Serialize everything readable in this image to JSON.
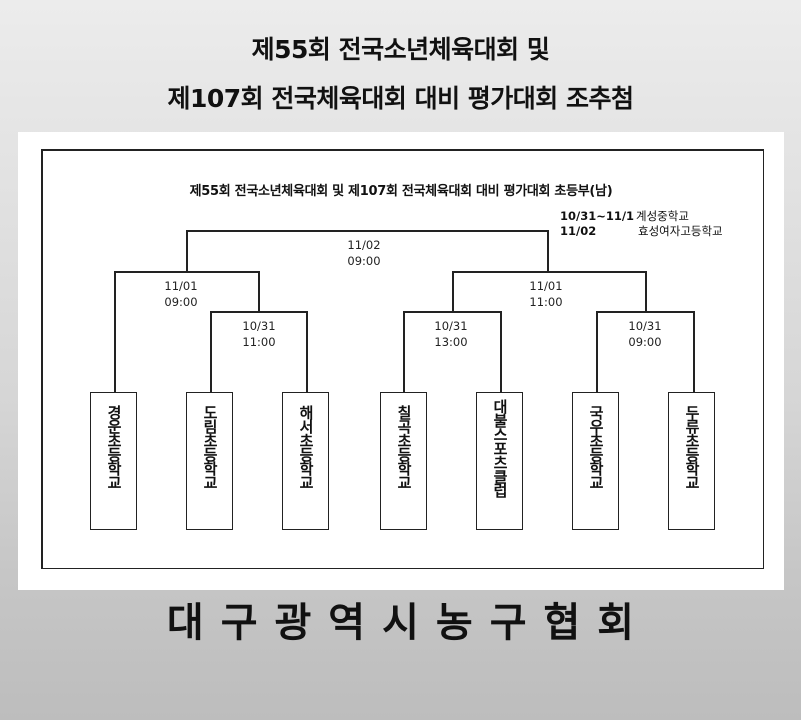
{
  "header": {
    "title_line1": "제55회 전국소년체육대회 및",
    "title_line2": "제107회 전국체육대회 대비 평가대회 조추첨"
  },
  "bracket": {
    "title": "제55회 전국소년체육대회 및 제107회 전국체육대회 대비 평가대회 초등부(남)",
    "venues": [
      {
        "dates": "10/31~11/1",
        "venue": "계성중학교"
      },
      {
        "dates": "11/02",
        "venue": "효성여자고등학교"
      }
    ],
    "matches": {
      "final": {
        "date": "11/02",
        "time": "09:00"
      },
      "semi_left": {
        "date": "11/01",
        "time": "09:00"
      },
      "semi_right": {
        "date": "11/01",
        "time": "11:00"
      },
      "qf_left": {
        "date": "10/31",
        "time": "11:00"
      },
      "qf_mid": {
        "date": "10/31",
        "time": "13:00"
      },
      "qf_right": {
        "date": "10/31",
        "time": "09:00"
      }
    },
    "teams": [
      "경운초등학교",
      "도림초등학교",
      "해서초등학교",
      "칠곡초등학교",
      "대불스포츠클럽",
      "국우초등학교",
      "두류초등학교"
    ]
  },
  "footer": {
    "organizer": "대구광역시농구협회"
  },
  "colors": {
    "line": "#222222",
    "panel": "#ffffff",
    "background_top": "#ececec",
    "background_bottom": "#bdbdbd"
  }
}
